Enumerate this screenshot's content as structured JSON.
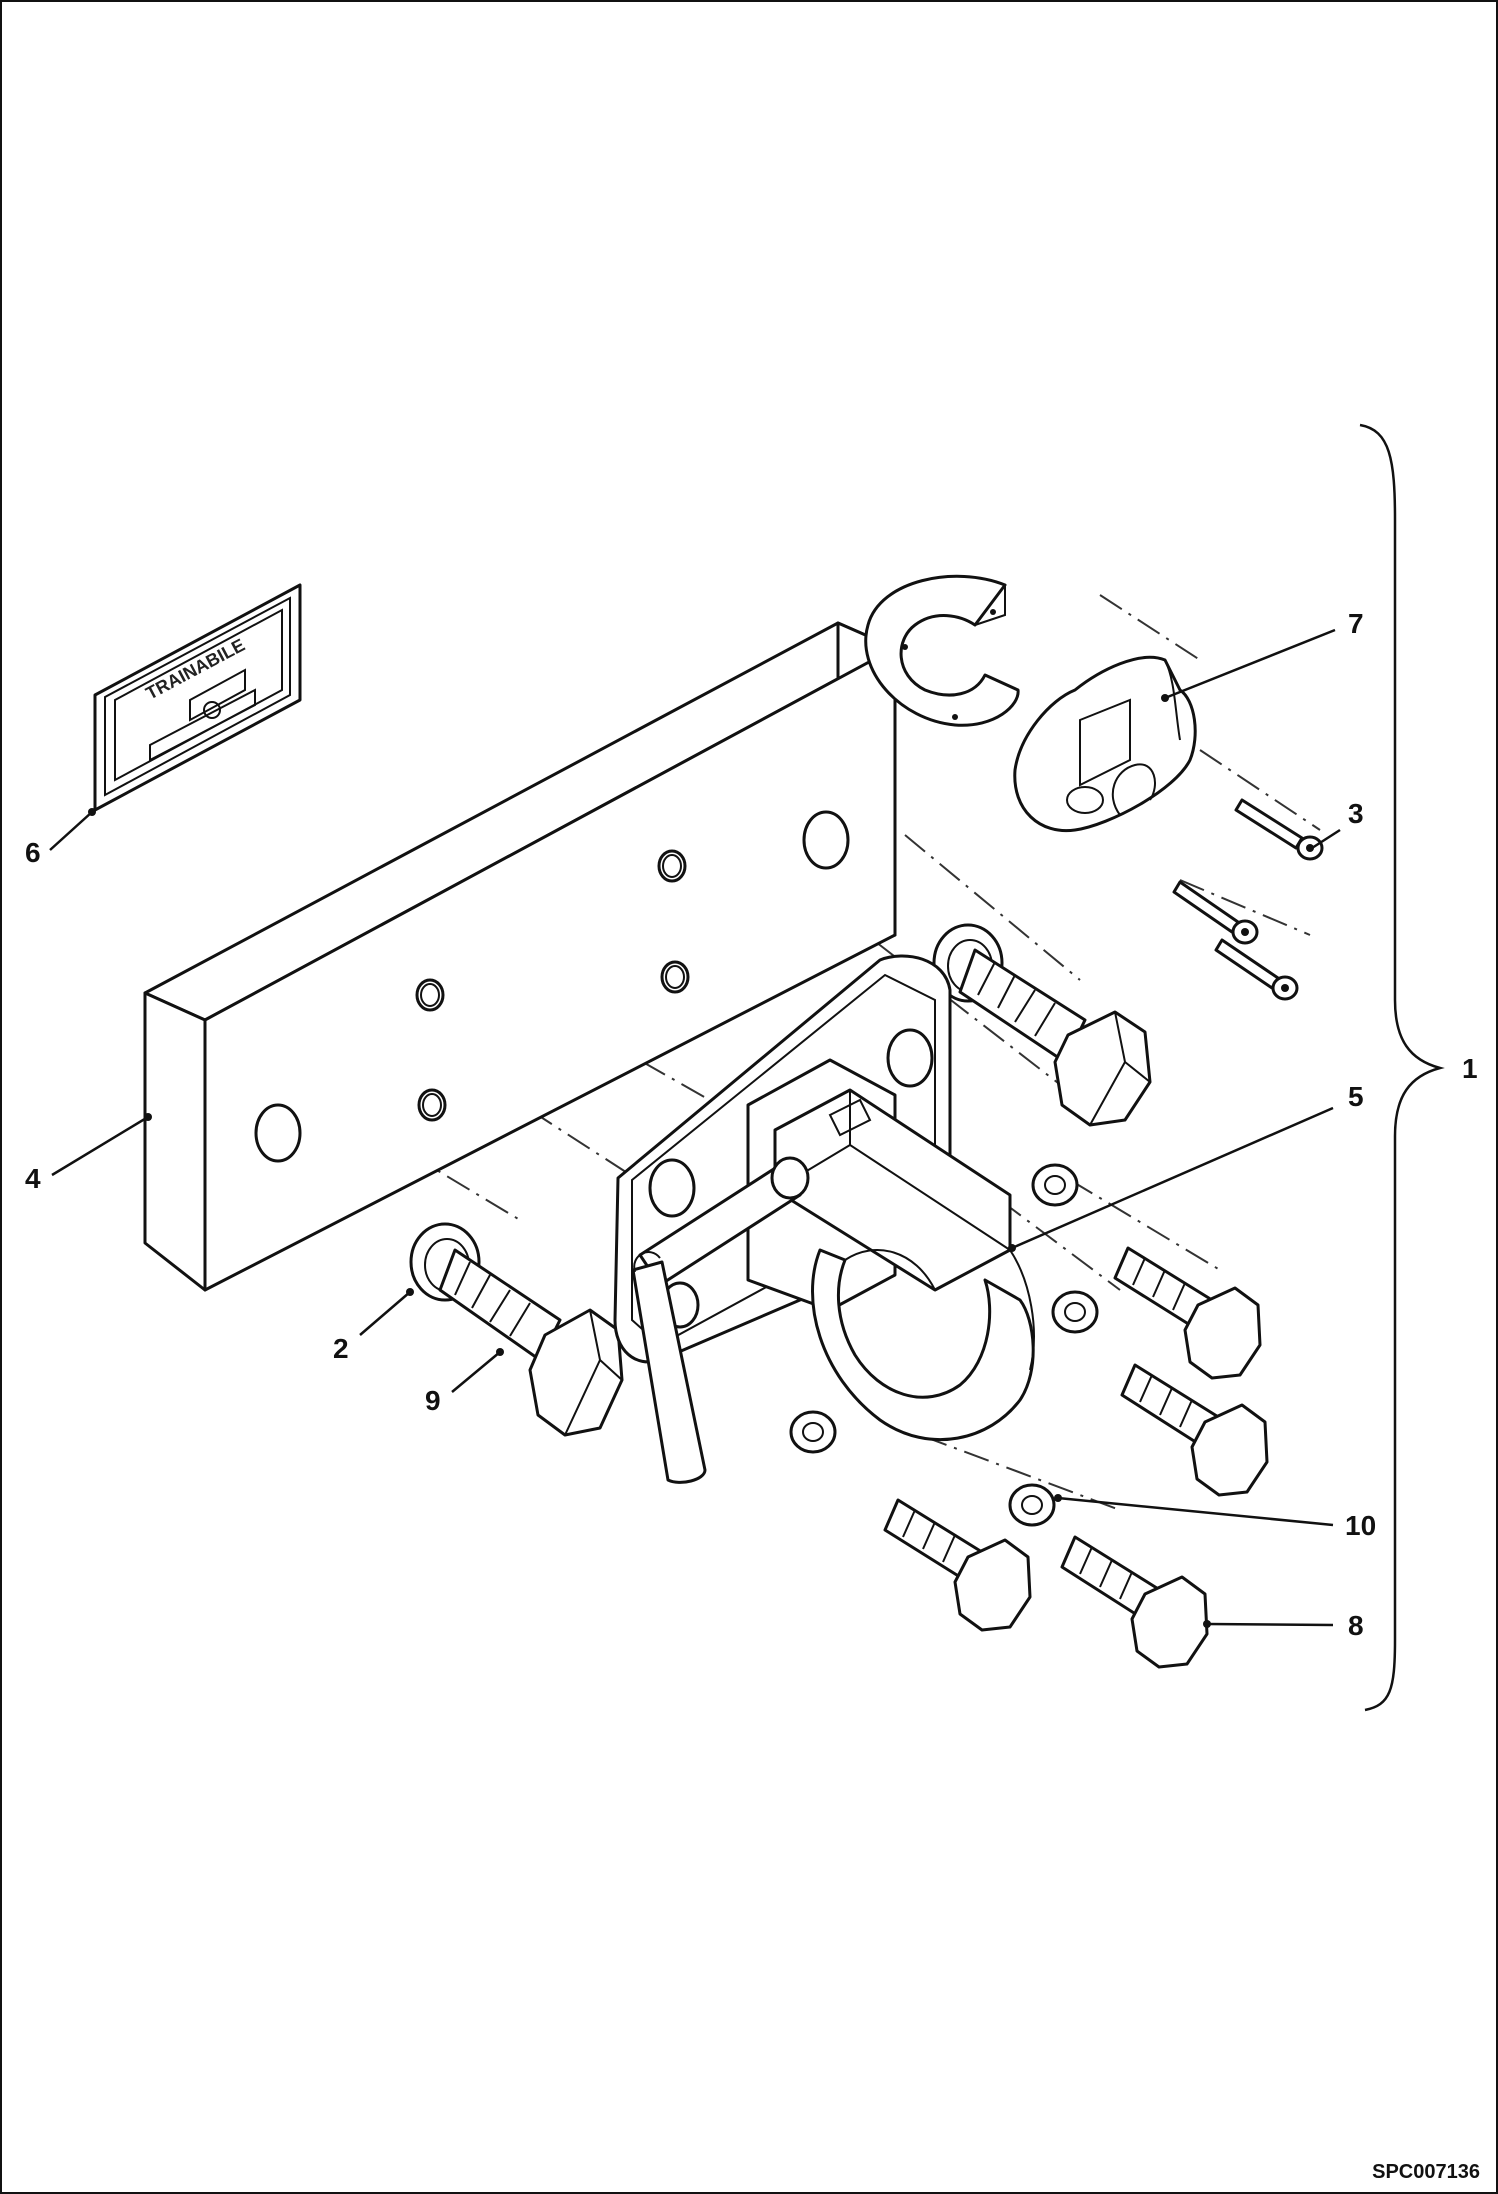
{
  "drawing": {
    "id_label": "SPC007136",
    "plate": {
      "title": "TRAINABILE"
    },
    "callouts": [
      {
        "key": "c1",
        "label": "1"
      },
      {
        "key": "c2",
        "label": "2"
      },
      {
        "key": "c3",
        "label": "3"
      },
      {
        "key": "c4",
        "label": "4"
      },
      {
        "key": "c5",
        "label": "5"
      },
      {
        "key": "c6",
        "label": "6"
      },
      {
        "key": "c7",
        "label": "7"
      },
      {
        "key": "c8",
        "label": "8"
      },
      {
        "key": "c9",
        "label": "9"
      },
      {
        "key": "c10",
        "label": "10"
      }
    ]
  }
}
